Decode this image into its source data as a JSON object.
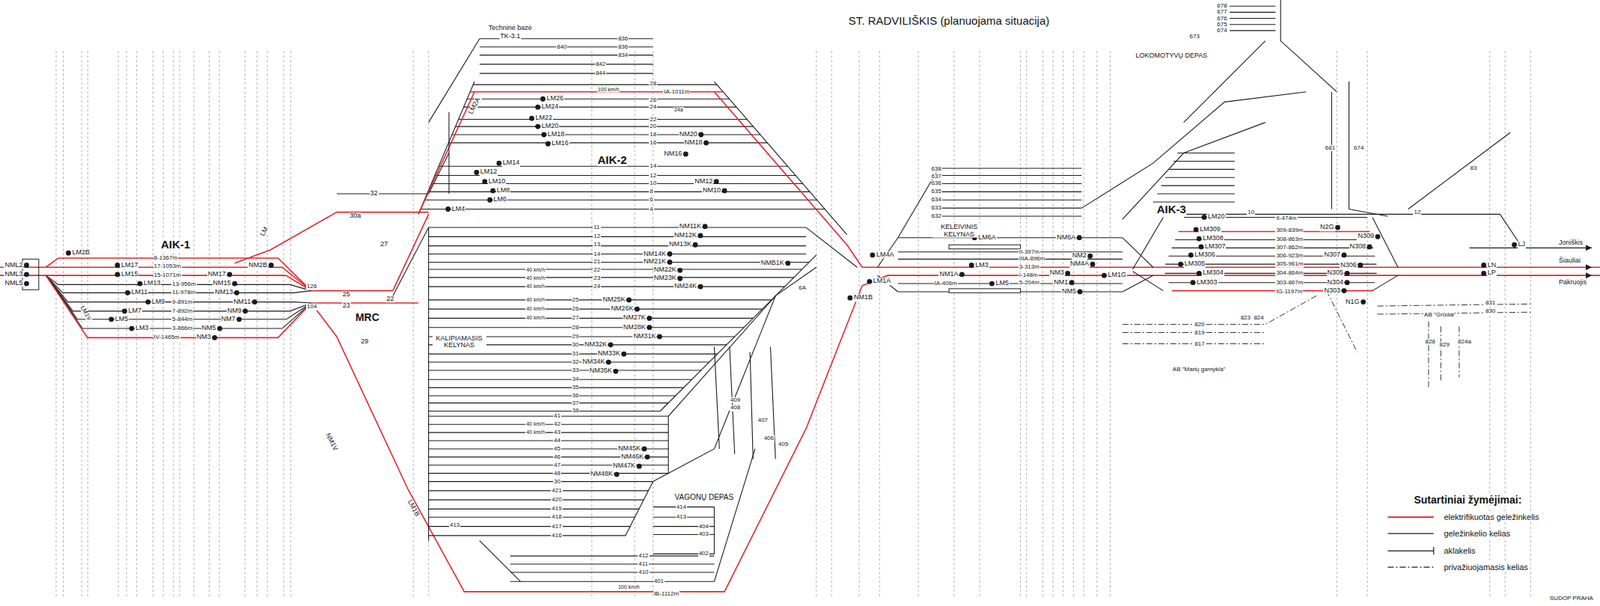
{
  "diagram": {
    "title": "ST. RADVILIŠKIS (planuojama situacija)",
    "labels": [
      "Techninė bazė",
      "TK-3.1",
      "LOKOMOTYVŲ DEPAS",
      "AIK-1",
      "AIK-2",
      "AIK-3",
      "MRC",
      "KALIPIAMASIS KELYNAS",
      "VAGONŲ DEPAS",
      "KELEIVINIS KELYNAS",
      "Sutartiniai žymėjimai:",
      "SUDOP PRAHA",
      "AB \"Grūdai\"",
      "AB \"Marių gamykla\"",
      "Joniškis",
      "Šiauliai",
      "Pakruojis",
      "NML2",
      "NML3",
      "NML5",
      "LM2B",
      "LM17",
      "LM15",
      "LM13",
      "LM11",
      "LM9",
      "LM7",
      "LM5",
      "LM3",
      "LM1V",
      "8-1367m",
      "17-1053m",
      "15-1071m",
      "13-956m",
      "11-978m",
      "9-891m",
      "7-892m",
      "5-844m",
      "3-866m",
      "IV-1465m",
      "NM17",
      "NM15",
      "NM13",
      "NM11",
      "NM9",
      "NM7",
      "NM5",
      "NM3",
      "NM2B",
      "LM",
      "126",
      "104",
      "25",
      "23",
      "22",
      "27",
      "29",
      "30a",
      "32",
      "NM1V",
      "LM1B",
      "LM2A",
      "LM26",
      "LM24",
      "LM22",
      "LM20",
      "LM18",
      "LM16",
      "LM14",
      "LM12",
      "LM10",
      "LM8",
      "LM6",
      "LM4",
      "28",
      "IA-1011m",
      "26",
      "24",
      "22",
      "20",
      "18",
      "16",
      "14",
      "12",
      "10",
      "8",
      "6",
      "4",
      "NM20",
      "NM18",
      "NM16",
      "NM12",
      "NM10",
      "100 km/h",
      "24a",
      "11",
      "12",
      "13",
      "14",
      "21",
      "22",
      "23",
      "24",
      "25",
      "26",
      "27",
      "28",
      "29",
      "30",
      "31",
      "32",
      "33",
      "34",
      "35",
      "36",
      "37",
      "38",
      "41",
      "42",
      "43",
      "44",
      "45",
      "46",
      "47",
      "48",
      "30",
      "421",
      "420",
      "419",
      "418",
      "417",
      "416",
      "NM11K",
      "NM12K",
      "NM13K",
      "NM14K",
      "NM21K",
      "NM22K",
      "NM23K",
      "NM24K",
      "NM25K",
      "NM26K",
      "NM27K",
      "NM28K",
      "NM31K",
      "NM32K",
      "NM33K",
      "NM34K",
      "NM35K",
      "NM45K",
      "NM46K",
      "NM47K",
      "NM48K",
      "NMB1K",
      "LM4A",
      "LM1A",
      "NM1B",
      "6A",
      "413",
      "414",
      "413",
      "404",
      "403",
      "402",
      "412",
      "411",
      "410",
      "401",
      "IB-1112m",
      "100 km/h",
      "409",
      "408",
      "407",
      "406",
      "405",
      "II-397m",
      "IIIA-896m",
      "3-313m",
      "I-148m",
      "5-204m",
      "IA-406m",
      "LM6A",
      "NM6A",
      "LM3",
      "LM5",
      "NM1A",
      "NM2",
      "NM4A",
      "NM3",
      "NM1",
      "NM5",
      "LM1G",
      "638",
      "637",
      "636",
      "635",
      "634",
      "633",
      "632",
      "LM20",
      "LM309",
      "LM308",
      "LM307",
      "LM306",
      "LM305",
      "LM304",
      "LM303",
      "II-474m",
      "309-839m",
      "308-863m",
      "307-862m",
      "306-923m",
      "305-961m",
      "304-864m",
      "303-867m",
      "IG-1197m",
      "N2G",
      "N309",
      "N308",
      "N307",
      "N306",
      "N305",
      "N304",
      "N303",
      "N1G",
      "LJ",
      "LN",
      "LP",
      "678",
      "677",
      "676",
      "675",
      "674",
      "673",
      "681",
      "674",
      "83",
      "12",
      "10",
      "836",
      "836",
      "834",
      "842",
      "844",
      "840",
      "820",
      "819",
      "817",
      "823",
      "824",
      "831",
      "830",
      "828",
      "829",
      "824a",
      "40 km/h",
      "40 km/h",
      "40 km/h",
      "40 km/h",
      "40 km/h",
      "40 km/h",
      "40 km/h",
      "40 km/h"
    ],
    "legend": [
      {
        "text": "elektrifikuotas geležinkelis"
      },
      {
        "text": "geležinkelio kelias"
      },
      {
        "text": "aklakelis"
      },
      {
        "text": "privažiuojamasis kelias"
      }
    ]
  }
}
